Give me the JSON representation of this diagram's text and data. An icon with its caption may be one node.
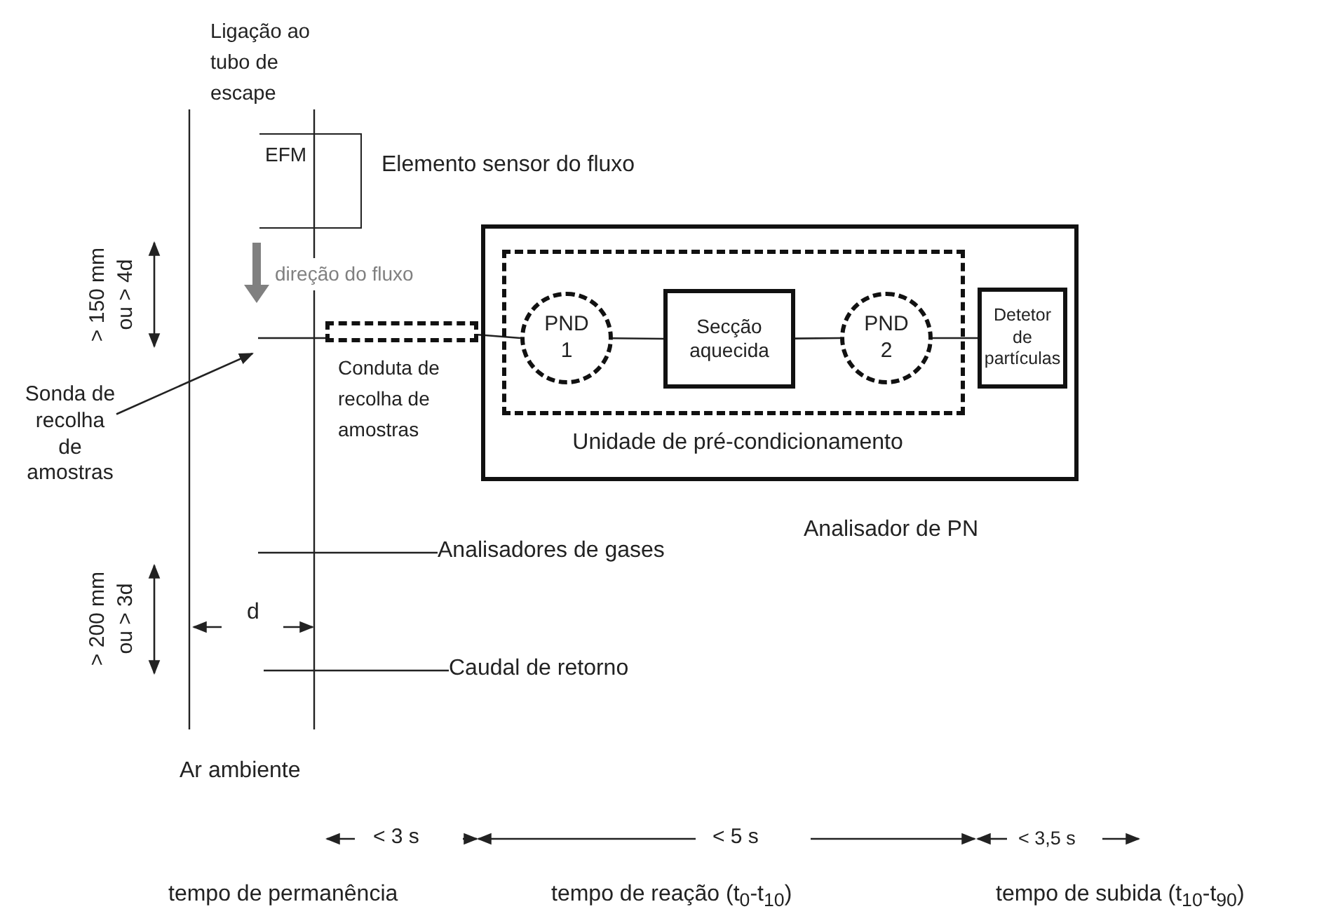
{
  "diagram": {
    "nodes": [
      {
        "text": [
          "EFM"
        ],
        "beside": [
          "Elemento sensor do fluxo"
        ]
      },
      {
        "text": [
          "Conduta de recolha de amostras"
        ]
      },
      {
        "text": [
          "Sonda de recolha de amostras"
        ]
      },
      {
        "text": [
          "Analisador de PN"
        ]
      },
      {
        "text": [
          "Unidade de pré-condicionamento"
        ],
        "in": 3
      },
      {
        "text": [
          "PND 1"
        ],
        "in": 4
      },
      {
        "text": [
          "Secção aquecida"
        ],
        "in": 4
      },
      {
        "text": [
          "PND 2"
        ],
        "in": 4
      },
      {
        "text": [
          "Detetor de partículas"
        ],
        "in": 3
      },
      {
        "text": [
          "Analisadores de gases"
        ]
      },
      {
        "text": [
          "Caudal de retorno"
        ]
      }
    ],
    "edges": [
      {
        "from": 1,
        "to": 5,
        "arrow": "none"
      },
      {
        "from": 5,
        "to": 6,
        "arrow": "none"
      },
      {
        "from": 6,
        "to": 7,
        "arrow": "none"
      },
      {
        "from": 7,
        "to": 8,
        "arrow": "none"
      },
      {
        "from": 2,
        "to": null,
        "arrow": "to"
      },
      {
        "from": 9,
        "to": null,
        "arrow": "none"
      },
      {
        "from": 10,
        "to": null,
        "arrow": "none"
      }
    ],
    "labels": [
      "Ligação ao tubo de escape",
      "direção do fluxo",
      "> 150 mm ou > 4d",
      "> 200 mm ou > 3d",
      "d",
      "Ar ambiente",
      "< 3 s",
      "< 5 s",
      "< 3,5 s",
      "tempo de permanência",
      "tempo de reação (t$_{0}$-t$_{10}$)",
      "tempo de subida (t$_{10}$-t$_{90}$)"
    ]
  }
}
